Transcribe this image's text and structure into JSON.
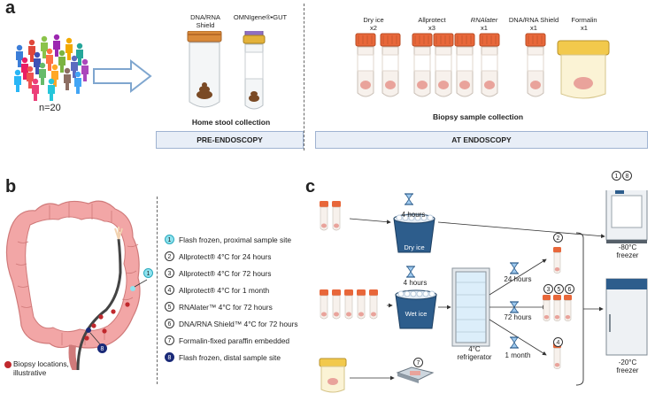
{
  "panel_a": {
    "letter": "a",
    "cohort_label": "n=20",
    "tubes_home": [
      {
        "label": "DNA/RNA\nShield"
      },
      {
        "label": "OMNIgene®•GUT"
      }
    ],
    "home_caption": "Home stool collection",
    "pre_label": "PRE-ENDOSCOPY",
    "biopsy_tubes": [
      {
        "name": "Dry ice",
        "count": "x2"
      },
      {
        "name": "Allprotect",
        "count": "x3"
      },
      {
        "name": "RNAlater",
        "count": "x1"
      },
      {
        "name": "DNA/RNA Shield",
        "count": "x1"
      },
      {
        "name": "Formalin",
        "count": "x1"
      }
    ],
    "biopsy_caption": "Biopsy sample collection",
    "at_label": "AT ENDOSCOPY"
  },
  "panel_b": {
    "letter": "b",
    "biopsy_note": "Biopsy locations,\nillustrative",
    "marker_proximal": "1",
    "marker_distal": "8",
    "legend": [
      {
        "num": "1",
        "text": "Flash frozen, proximal sample site",
        "style": "cyan"
      },
      {
        "num": "2",
        "text": "Allprotect® 4°C for 24 hours",
        "style": "plain"
      },
      {
        "num": "3",
        "text": "Allprotect® 4°C for 72 hours",
        "style": "plain"
      },
      {
        "num": "4",
        "text": "Allprotect® 4°C for 1 month",
        "style": "plain"
      },
      {
        "num": "5",
        "text": "RNAlater™ 4°C for 72 hours",
        "style": "plain"
      },
      {
        "num": "6",
        "text": "DNA/RNA Shield™ 4°C for 72 hours",
        "style": "plain"
      },
      {
        "num": "7",
        "text": "Formalin-fixed paraffin embedded",
        "style": "plain"
      },
      {
        "num": "8",
        "text": "Flash frozen, distal sample site",
        "style": "navy"
      }
    ]
  },
  "panel_c": {
    "letter": "c",
    "dry_time": "4 hours",
    "dry_label": "Dry ice",
    "wet_time": "4 hours",
    "wet_label": "Wet ice",
    "fridge_label": "4°C\nrefrigerator",
    "t24": "24 hours",
    "t72": "72 hours",
    "t1m": "1 month",
    "n2": "2",
    "n3": "3",
    "n5": "5",
    "n6": "6",
    "n4": "4",
    "n7": "7",
    "f80_n1": "1",
    "f80_n8": "8",
    "freezer80": "-80°C\nfreezer",
    "freezer20": "-20°C\nfreezer"
  },
  "colors": {
    "cap_orange": "#e8673a",
    "tissue_pink": "#e9a39b",
    "bucket_blue": "#2d5d8c",
    "colon_pink": "#f2a6a6",
    "box_fill": "#e8eef7"
  }
}
